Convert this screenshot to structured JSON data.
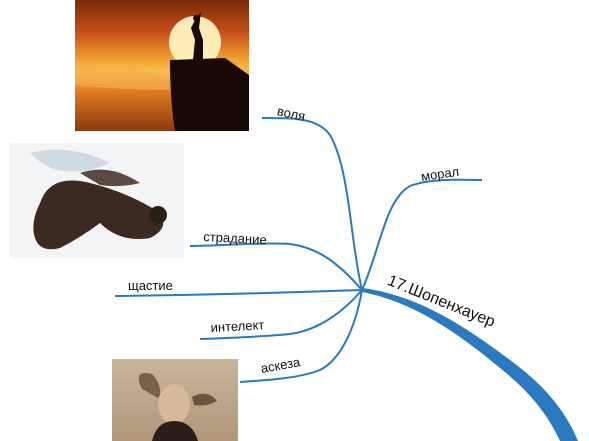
{
  "mindmap": {
    "central_topic": "17.Шопенхауер",
    "branches": [
      {
        "label": "воля",
        "image": "silhouette-on-cliff-at-sunset"
      },
      {
        "label": "морал"
      },
      {
        "label": "страдание",
        "image": "crouching-figure-dissolving"
      },
      {
        "label": "щастие"
      },
      {
        "label": "интелект"
      },
      {
        "label": "аскеза",
        "image": "monk-child-with-bird"
      }
    ]
  },
  "colors": {
    "branch": "#2a7abf",
    "text": "#111111",
    "background": "#ffffff"
  }
}
